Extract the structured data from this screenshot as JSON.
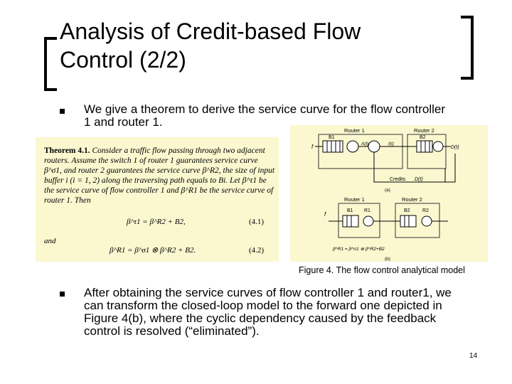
{
  "slide": {
    "title_line1": "Analysis of Credit-based Flow",
    "title_line2": "Control (2/2)",
    "bullet1": "We give a theorem to derive the service curve for the flow controller 1 and router 1.",
    "bullet2": "After obtaining the service curves of flow controller 1 and router1, we can transform the closed-loop model to the forward one depicted in Figure 4(b), where the cyclic dependency caused by the feedback control is resolved (“eliminated”).",
    "page_number": "14"
  },
  "theorem": {
    "label": "Theorem 4.1.",
    "text": "Consider a traffic flow passing through two adjacent routers. Assume the switch 1 of router 1 guarantees service curve β^σ1, and router 2 guarantees the service curve β^R2, the size of input buffer i (i = 1, 2) along the traversing path equals to Bi. Let β^τ1 be the service curve of flow controller 1 and β^R1 be the service curve of router 1. Then",
    "eq1": "β^τ1 = β^R2 + B2,",
    "eq1_no": "(4.1)",
    "and": "and",
    "eq2": "β^R1 = β^σ1 ⊗ β^R2 + B2.",
    "eq2_no": "(4.2)"
  },
  "figure": {
    "caption": "Figure 4. The flow control analytical model",
    "router1": "Router 1",
    "router2": "Router 2",
    "credits": "Credits",
    "credits_fn": "D(t)",
    "input_f": "f",
    "out_D": "D(t)",
    "A_t": "A(t)",
    "I_t": "I(t)",
    "B1": "B1",
    "B2": "B2",
    "R1": "R1",
    "R2": "R2",
    "label_a": "(a)",
    "label_b": "(b)",
    "formula_b": "β^R1 = β^σ1 ⊗ β^R2+B2"
  }
}
